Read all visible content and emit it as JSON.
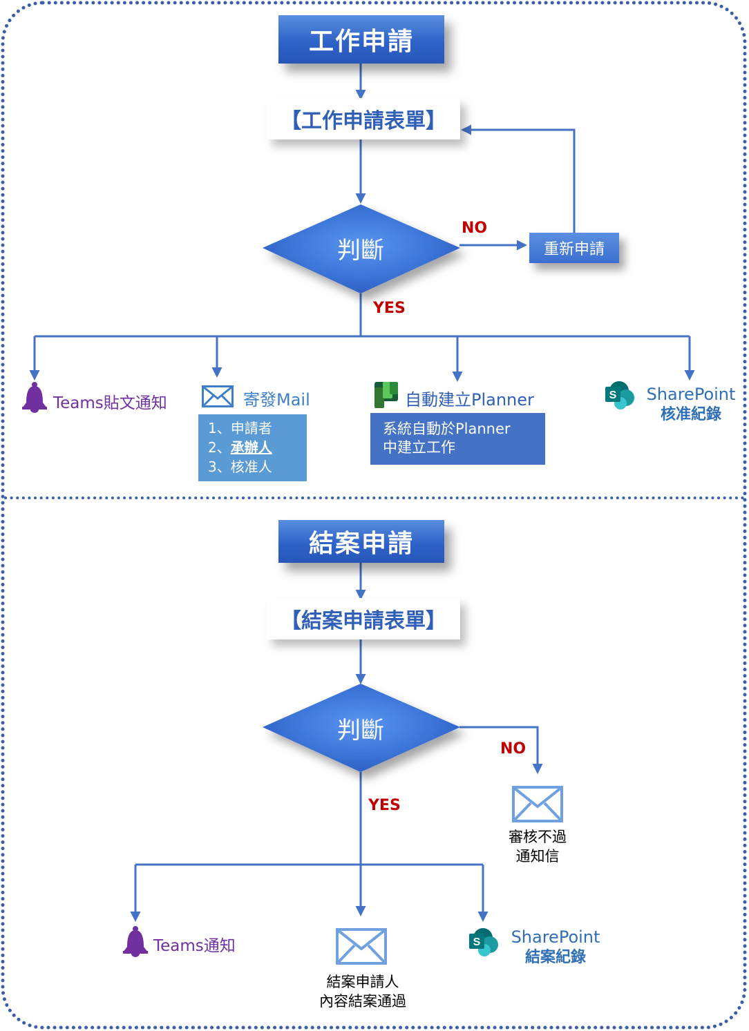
{
  "section1": {
    "title": "工作申請",
    "form": "【工作申請表單】",
    "decision": "判斷",
    "no_label": "NO",
    "yes_label": "YES",
    "reapply": "重新申請",
    "teams": "Teams貼文通知",
    "mail": "寄發Mail",
    "mail_list": {
      "item1": "1、申請者",
      "item2_prefix": "2、",
      "item2": "承辦人",
      "item3": "3、核准人"
    },
    "planner": "自動建立Planner",
    "planner_desc": {
      "line1": "系統自動於Planner",
      "line2": "中建立工作"
    },
    "sharepoint": {
      "line1": "SharePoint",
      "line2": "核准紀錄"
    }
  },
  "section2": {
    "title": "結案申請",
    "form": "【結案申請表單】",
    "decision": "判斷",
    "no_label": "NO",
    "yes_label": "YES",
    "reject_mail": {
      "line1": "審核不過",
      "line2": "通知信"
    },
    "teams": "Teams通知",
    "close_mail": {
      "line1": "結案申請人",
      "line2": "內容結案通過"
    },
    "sharepoint": {
      "line1": "SharePoint",
      "line2": "結案紀錄"
    }
  },
  "colors": {
    "border": "#3a5fa8",
    "connector": "#4472c4",
    "box_blue": "#2e63c8",
    "no_yes_red": "#c00000",
    "teams_purple": "#7030a0",
    "sharepoint_teal": "#038387",
    "planner_green": "#31752f"
  },
  "icons": [
    "bell-icon",
    "mail-icon",
    "planner-icon",
    "sharepoint-icon"
  ]
}
